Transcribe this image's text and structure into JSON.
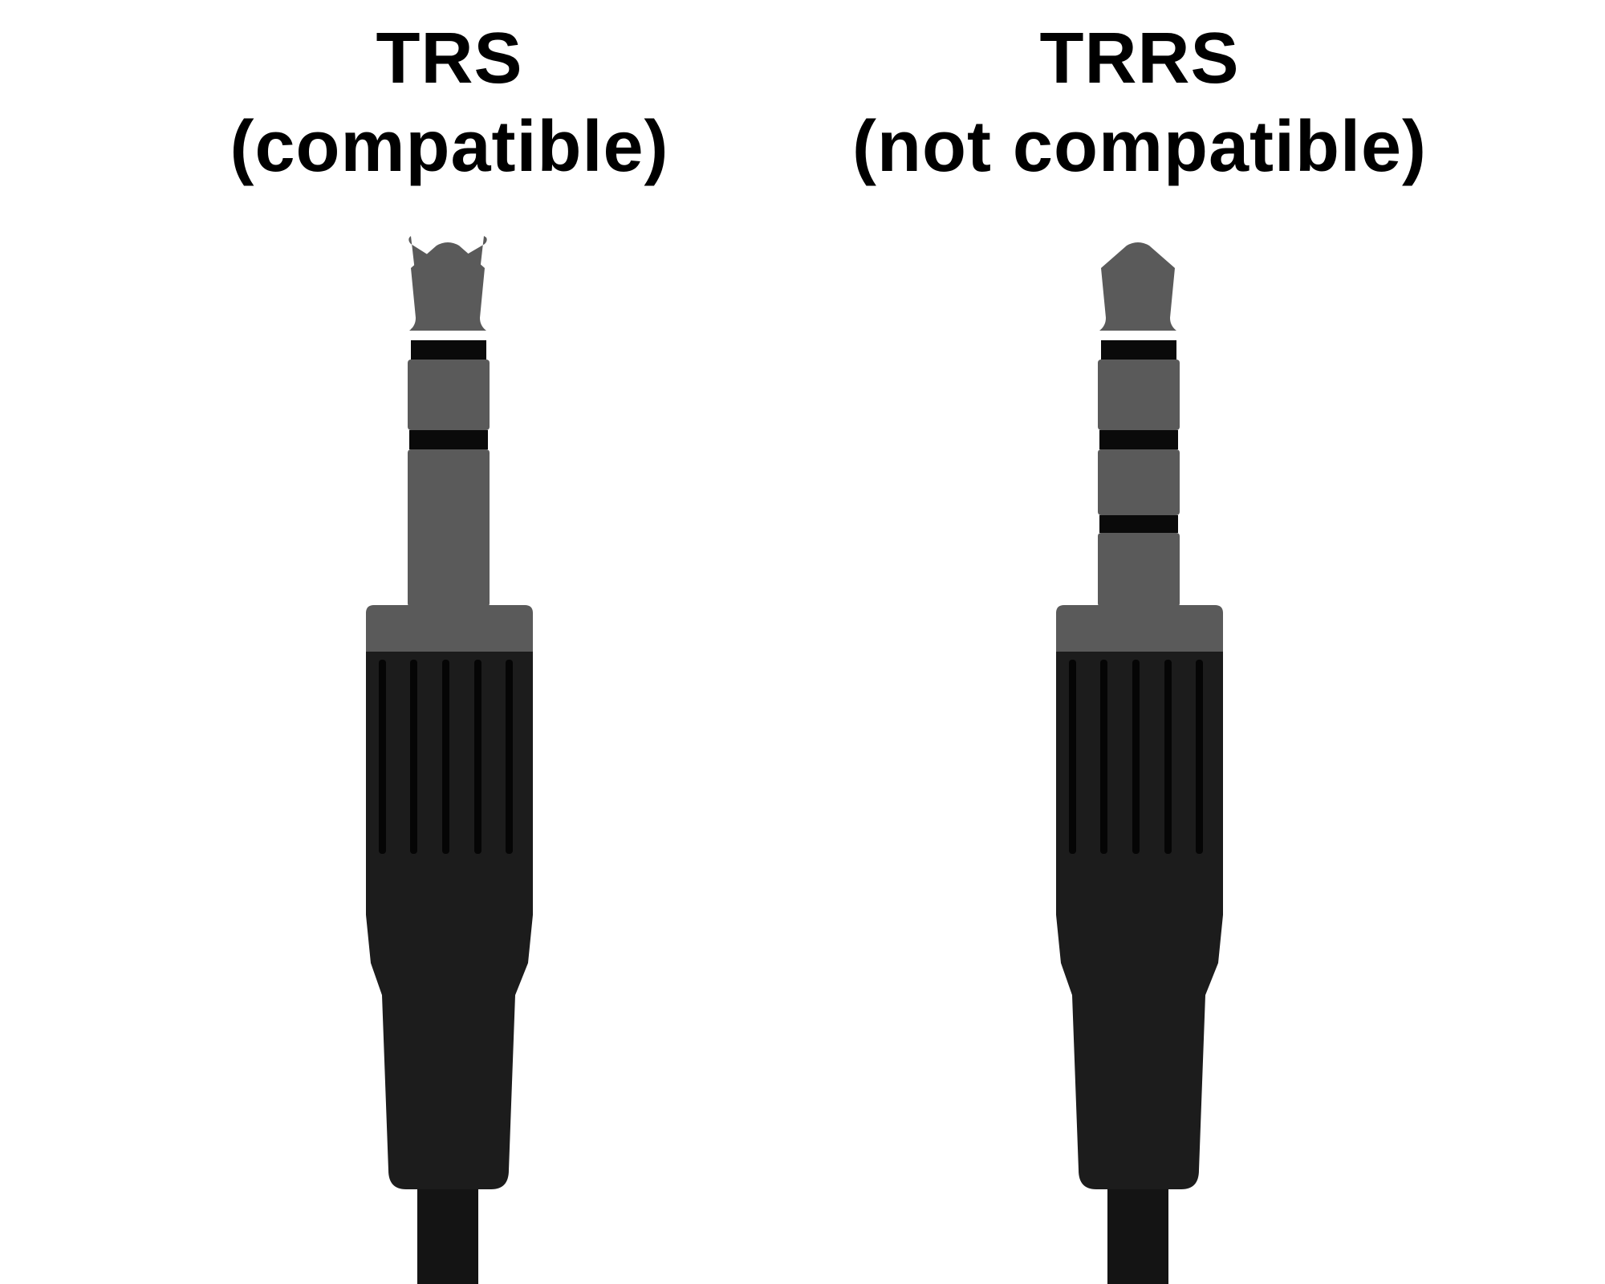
{
  "connectors": [
    {
      "title": "TRS",
      "status": "(compatible)"
    },
    {
      "title": "TRRS",
      "status": "(not compatible)"
    }
  ],
  "colors": {
    "background": "#ffffff",
    "text": "#000000",
    "metal_gray": "#5a5a5a",
    "insulator_ring": "#0a0a0a",
    "plug_body": "#1c1c1c",
    "grip_groove": "#050505"
  }
}
